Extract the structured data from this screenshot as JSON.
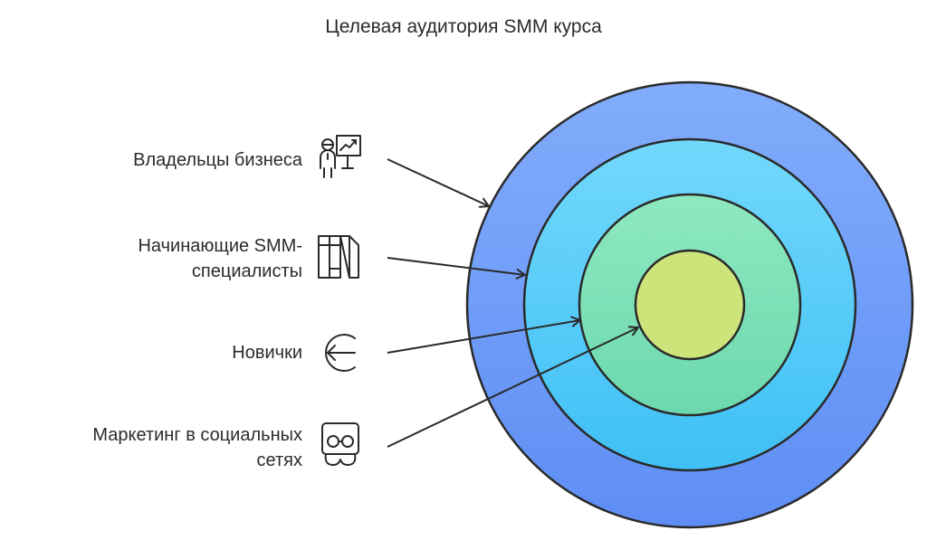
{
  "title": "Целевая аудитория SMM курса",
  "items": [
    {
      "label_line1": "Владельцы бизнеса",
      "label_line2": "",
      "icon": "presenter-chart-icon"
    },
    {
      "label_line1": "Начинающие SMM-",
      "label_line2": "специалисты",
      "icon": "book-binders-icon"
    },
    {
      "label_line1": "Новички",
      "label_line2": "",
      "icon": "arrow-left-circle-icon"
    },
    {
      "label_line1": "Маркетинг в социальных",
      "label_line2": "сетях",
      "icon": "glasses-face-icon"
    }
  ],
  "colors": {
    "ring_outer": "#6c9cf8",
    "ring_second": "#54c8f8",
    "ring_third": "#7ee0b4",
    "ring_center": "#cde47a",
    "stroke": "#2a2a2a"
  }
}
